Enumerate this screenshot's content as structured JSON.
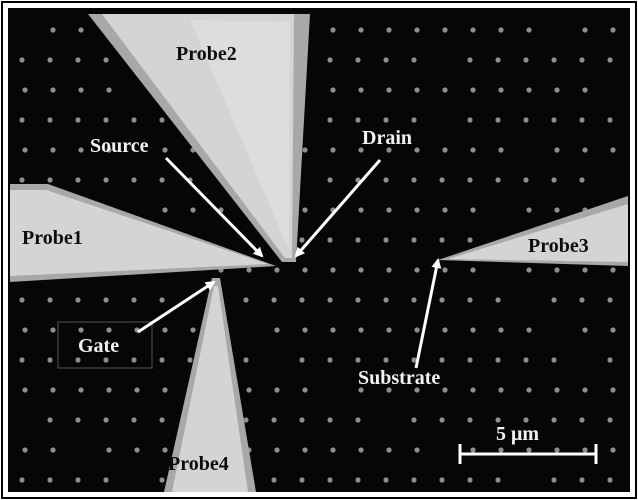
{
  "image": {
    "labels": {
      "probe1": "Probe1",
      "probe2": "Probe2",
      "probe3": "Probe3",
      "probe4": "Probe4",
      "source": "Source",
      "drain": "Drain",
      "gate": "Gate",
      "substrate": "Substrate"
    },
    "scale_bar": {
      "label": "5 μm"
    },
    "colors": {
      "background": "#060606",
      "probe_fill": "#d4d4d4",
      "probe_edge": "#a8a8a8",
      "dot": "#8e8e8e",
      "text_on_light": "#0d0d0d",
      "text_on_dark": "#f2f2f2"
    }
  }
}
